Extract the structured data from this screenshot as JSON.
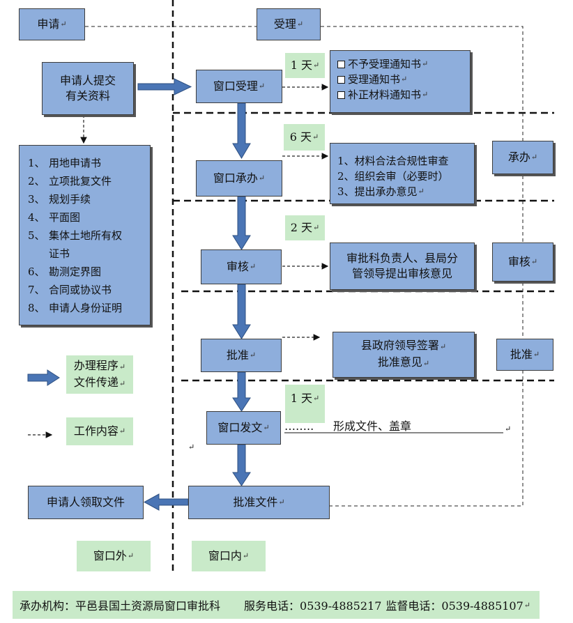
{
  "left_top": {
    "apply": "申请",
    "accept": "受理"
  },
  "applicant_submit": [
    "申请人提交",
    "有关资料"
  ],
  "materials": [
    {
      "n": "1、",
      "t": "用地申请书"
    },
    {
      "n": "2、",
      "t": "立项批复文件"
    },
    {
      "n": "3、",
      "t": "规划手续"
    },
    {
      "n": "4、",
      "t": "平面图"
    },
    {
      "n": "5、",
      "t": "集体土地所有权"
    },
    {
      "n": "",
      "t": "证书"
    },
    {
      "n": "6、",
      "t": "勘测定界图"
    },
    {
      "n": "7、",
      "t": "合同或协议书"
    },
    {
      "n": "8、",
      "t": "申请人身份证明"
    }
  ],
  "steps": {
    "window_accept": "窗口受理",
    "window_handle": "窗口承办",
    "review": "审核",
    "approve": "批准",
    "window_issue": "窗口发文",
    "approve_doc": "批准文件",
    "applicant_receive": "申请人领取文件"
  },
  "durations": {
    "d1": "1 天",
    "d2": "6 天",
    "d3": "2 天",
    "d4": "1 天"
  },
  "accept_options": [
    "不予受理通知书",
    "受理通知书",
    "补正材料通知书"
  ],
  "handle_tasks": [
    "1、材料合法合规性审查",
    "2、组织会审（必要时）",
    "3、提出承办意见"
  ],
  "review_detail": [
    "审批科负责人、县局分",
    "管领导提出审核意见"
  ],
  "approve_detail": [
    "县政府领导签署",
    "批准意见"
  ],
  "issue_detail": {
    "dots": "……..",
    "text": "形成文件、盖章"
  },
  "right_labels": {
    "handle": "承办",
    "review": "审核",
    "approve": "批准"
  },
  "legend": {
    "process": [
      "办理程序",
      "文件传递"
    ],
    "work": "工作内容"
  },
  "zones": {
    "outside": "窗口外",
    "inside": "窗口内"
  },
  "footer": {
    "org": "承办机构：平邑县国土资源局窗口审批科",
    "service": "服务电话：0539-4885217",
    "supervise": "监督电话：0539-4885107"
  },
  "marks": {
    "return": "↵"
  },
  "colors": {
    "box_fill": "#8eaedc",
    "note_fill": "#c9eac9",
    "arrow_fill": "#4a75b5"
  }
}
